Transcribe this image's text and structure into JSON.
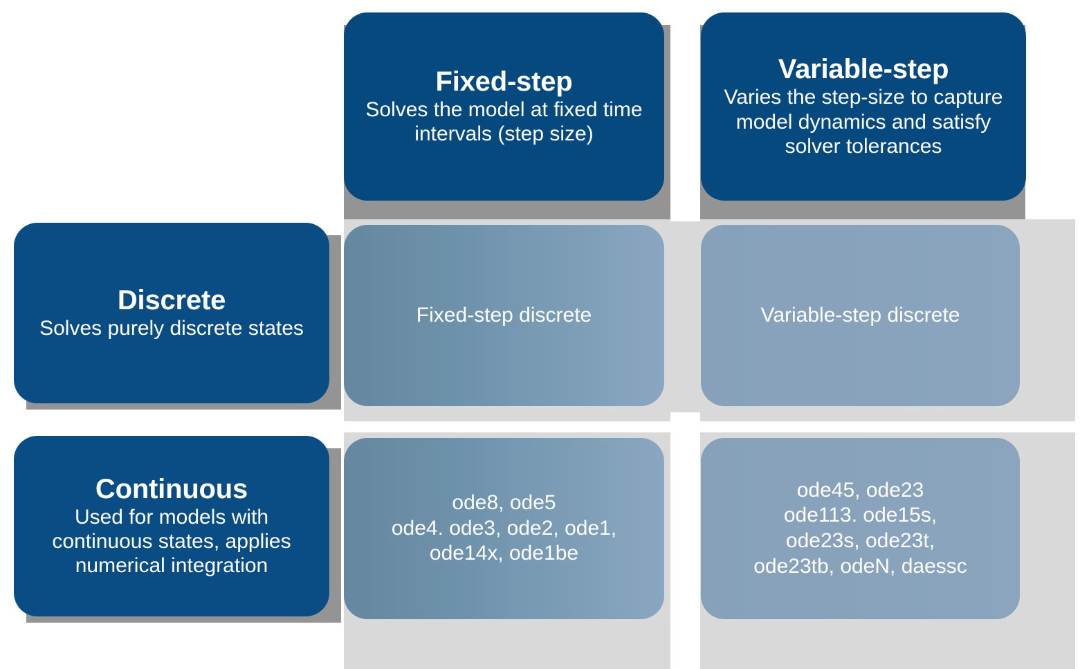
{
  "diagram": {
    "kind": "solver-selection-matrix",
    "colors": {
      "header_blue": "#06497f",
      "row_label_blue": "#0a4d85",
      "cell_fixed_gradient_start": "#65879f",
      "cell_fixed_gradient_end": "#89a7c0",
      "cell_variable": "#88a3bb",
      "shadow_dark": "#949494",
      "shadow_light": "#d9d9d9",
      "text": "#ffffff",
      "background": "#ffffff"
    },
    "columns": [
      {
        "id": "fixed-step",
        "title": "Fixed-step",
        "description": "Solves the model at fixed time intervals (step size)"
      },
      {
        "id": "variable-step",
        "title": "Variable-step",
        "description": "Varies the step-size to capture model dynamics and satisfy solver tolerances"
      }
    ],
    "rows": [
      {
        "id": "discrete",
        "title": "Discrete",
        "description": "Solves purely discrete states",
        "cells": [
          {
            "id": "fixed-step-discrete",
            "text": "Fixed-step discrete"
          },
          {
            "id": "variable-step-discrete",
            "text": "Variable-step discrete"
          }
        ]
      },
      {
        "id": "continuous",
        "title": "Continuous",
        "description": "Used for models with continuous states, applies numerical integration",
        "cells": [
          {
            "id": "fixed-step-continuous",
            "text": "ode8, ode5\node4. ode3, ode2, ode1,\node14x, ode1be"
          },
          {
            "id": "variable-step-continuous",
            "text": "ode45, ode23\node113. ode15s,\node23s, ode23t,\node23tb, odeN, daessc"
          }
        ]
      }
    ]
  }
}
